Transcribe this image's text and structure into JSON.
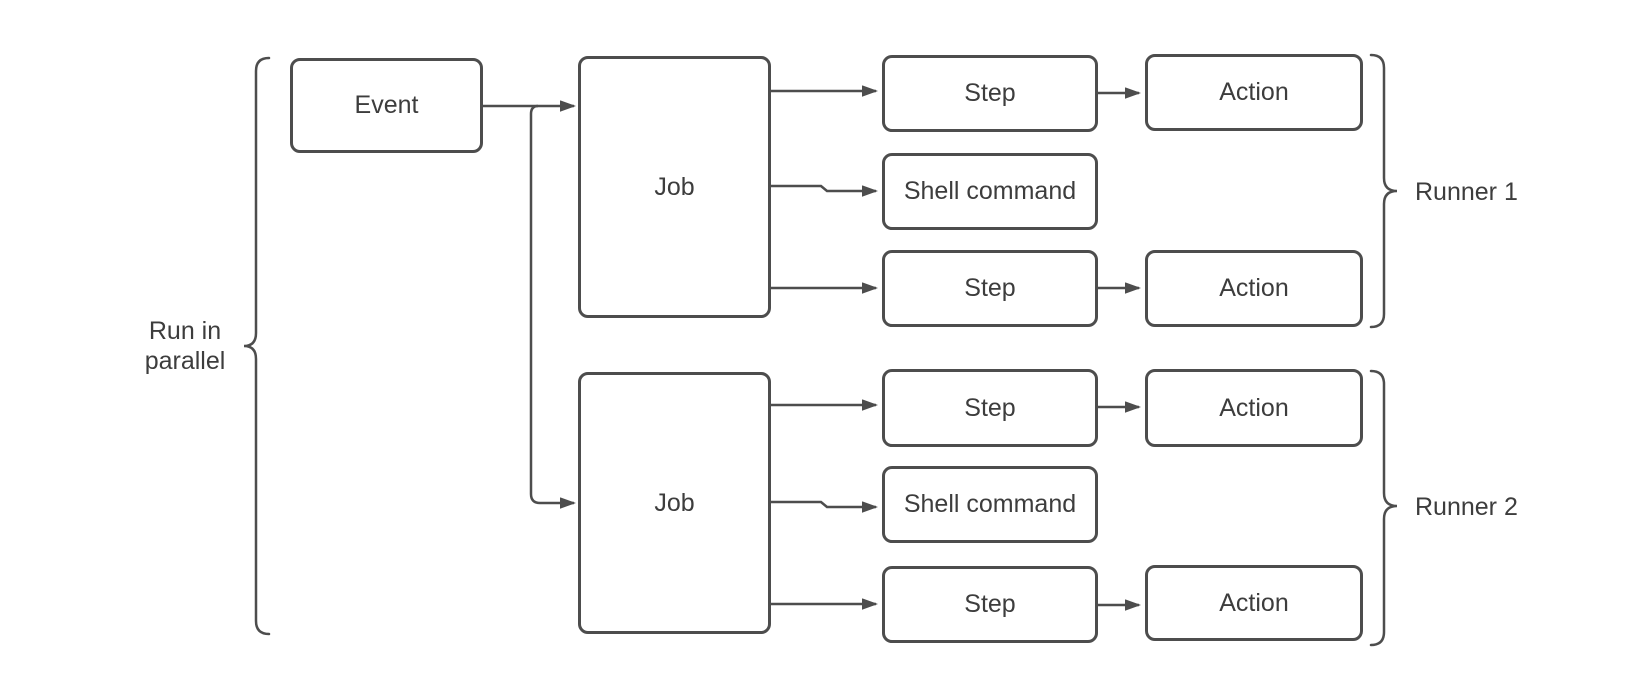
{
  "diagram": {
    "type": "flowchart",
    "colors": {
      "background": "#ffffff",
      "stroke": "#4d4d4d",
      "text": "#3d3d3d"
    },
    "nodes": [
      {
        "id": "event",
        "label": "Event"
      },
      {
        "id": "job-1",
        "label": "Job"
      },
      {
        "id": "step-1a",
        "label": "Step"
      },
      {
        "id": "shell-command-1",
        "label": "Shell command"
      },
      {
        "id": "step-1b",
        "label": "Step"
      },
      {
        "id": "action-1a",
        "label": "Action"
      },
      {
        "id": "action-1b",
        "label": "Action"
      },
      {
        "id": "job-2",
        "label": "Job"
      },
      {
        "id": "step-2a",
        "label": "Step"
      },
      {
        "id": "shell-command-2",
        "label": "Shell command"
      },
      {
        "id": "step-2b",
        "label": "Step"
      },
      {
        "id": "action-2a",
        "label": "Action"
      },
      {
        "id": "action-2b",
        "label": "Action"
      }
    ],
    "annotations": [
      {
        "id": "run-in-parallel",
        "label": "Run in parallel"
      },
      {
        "id": "runner-1",
        "label": "Runner 1"
      },
      {
        "id": "runner-2",
        "label": "Runner 2"
      }
    ],
    "edges": [
      {
        "from": "event",
        "to": "job-1"
      },
      {
        "from": "event",
        "to": "job-2"
      },
      {
        "from": "job-1",
        "to": "step-1a"
      },
      {
        "from": "job-1",
        "to": "shell-command-1"
      },
      {
        "from": "job-1",
        "to": "step-1b"
      },
      {
        "from": "step-1a",
        "to": "action-1a"
      },
      {
        "from": "step-1b",
        "to": "action-1b"
      },
      {
        "from": "job-2",
        "to": "step-2a"
      },
      {
        "from": "job-2",
        "to": "shell-command-2"
      },
      {
        "from": "job-2",
        "to": "step-2b"
      },
      {
        "from": "step-2a",
        "to": "action-2a"
      },
      {
        "from": "step-2b",
        "to": "action-2b"
      }
    ]
  }
}
